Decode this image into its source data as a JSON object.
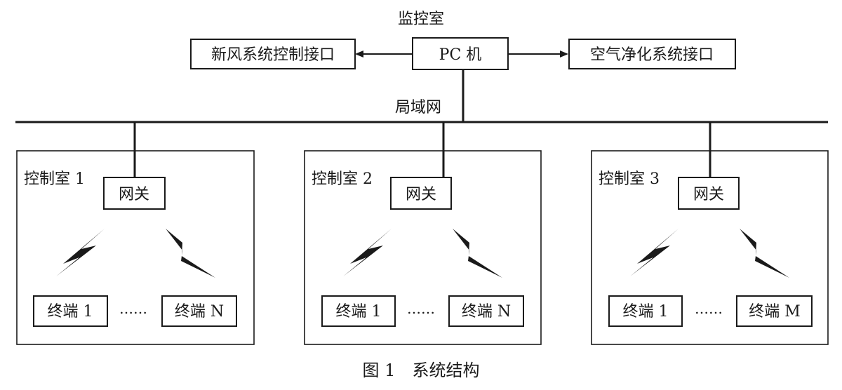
{
  "monitor_room": {
    "title": "监控室",
    "pc": "PC 机",
    "left_interface": "新风系统控制接口",
    "right_interface": "空气净化系统接口"
  },
  "network_label": "局域网",
  "control_rooms": [
    {
      "title": "控制室 1",
      "gateway": "网关",
      "terminal_first": "终端 1",
      "ellipsis": "……",
      "terminal_last": "终端 N"
    },
    {
      "title": "控制室 2",
      "gateway": "网关",
      "terminal_first": "终端 1",
      "ellipsis": "……",
      "terminal_last": "终端 N"
    },
    {
      "title": "控制室 3",
      "gateway": "网关",
      "terminal_first": "终端 1",
      "ellipsis": "……",
      "terminal_last": "终端 M"
    }
  ],
  "caption": "图 1　系统结构"
}
